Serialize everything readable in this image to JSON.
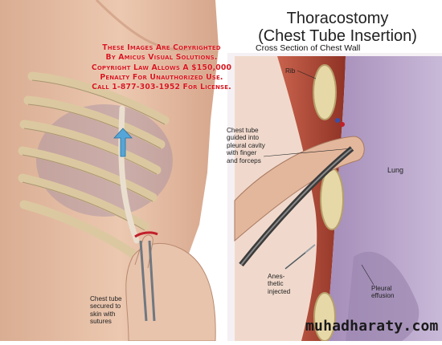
{
  "title_line1": "Thoracostomy",
  "title_line2": "(Chest Tube Insertion)",
  "subtitle": "Cross Section of Chest Wall",
  "copyright_lines": [
    "These Images Are Copyrighted",
    "By Amicus Visual Solutions.",
    "Copyright Law Allows A $150,000",
    "Penalty For Unauthorized Use.",
    "Call 1-877-303-1952 For License."
  ],
  "labels": {
    "rib": "Rib",
    "chest_tube_guided": [
      "Chest tube",
      "guided into",
      "pleural cavity",
      "with finger",
      "and forceps"
    ],
    "lung": "Lung",
    "chest_tube_secured": [
      "Chest tube",
      "secured to",
      "skin with",
      "sutures"
    ],
    "anesthetic": [
      "Anes-",
      "thetic",
      "injected"
    ],
    "pleural_effusion": [
      "Pleural",
      "effusion"
    ]
  },
  "watermark": "muhadharaty.com",
  "colors": {
    "skin": "#e6bfa6",
    "rib": "#e2cf9f",
    "lung": "#b9a6c8",
    "muscle": "#b04a3a",
    "copyright_red": "#d8151c"
  }
}
